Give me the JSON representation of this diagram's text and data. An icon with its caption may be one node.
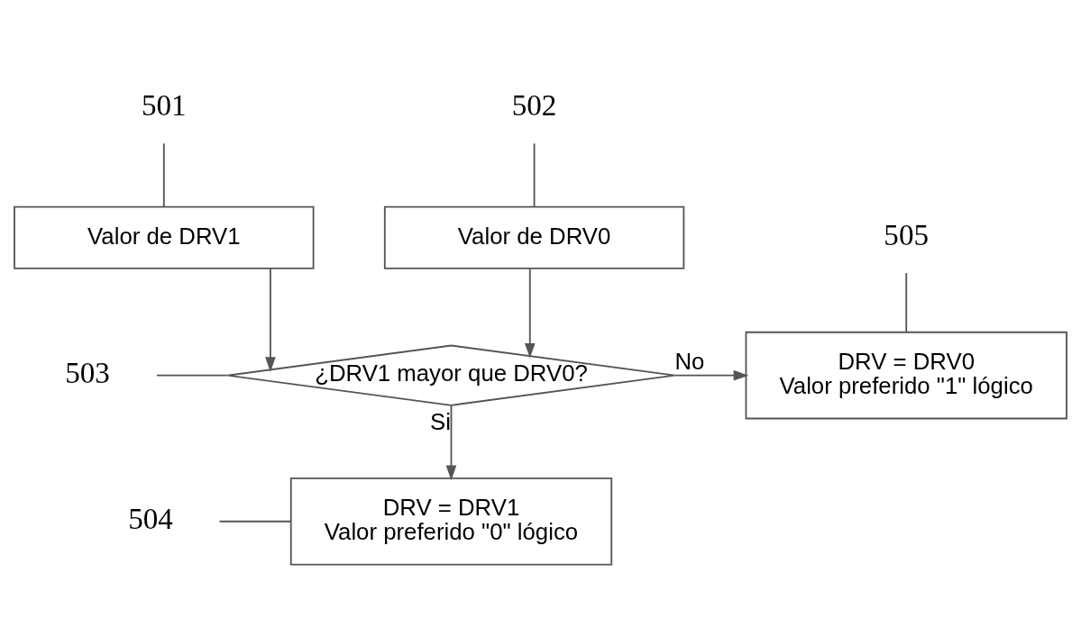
{
  "diagram": {
    "nodes": [
      {
        "text": [
          "501"
        ]
      },
      {
        "text": [
          "Valor de DRV1"
        ]
      },
      {
        "text": [
          "502"
        ]
      },
      {
        "text": [
          "Valor de DRV0"
        ]
      },
      {
        "text": [
          "503"
        ]
      },
      {
        "text": [
          "¿DRV1 mayor que DRV0?"
        ]
      },
      {
        "text": [
          "505"
        ]
      },
      {
        "text": [
          "DRV = DRV0",
          "Valor preferido \"1\" lógico"
        ]
      },
      {
        "text": [
          "504"
        ]
      },
      {
        "text": [
          "DRV = DRV1",
          "Valor preferido \"0\" lógico"
        ]
      }
    ],
    "edges": [
      {
        "from": 1,
        "to": 5,
        "arrow": "to"
      },
      {
        "from": 3,
        "to": 5,
        "arrow": "to"
      },
      {
        "from": 5,
        "to": 7,
        "arrow": "to",
        "label": "No"
      },
      {
        "from": 5,
        "to": 9,
        "arrow": "to",
        "label": "Si"
      },
      {
        "from": 0,
        "to": 1,
        "arrow": "none"
      },
      {
        "from": 2,
        "to": 3,
        "arrow": "none"
      },
      {
        "from": 4,
        "to": 5,
        "arrow": "none"
      },
      {
        "from": 6,
        "to": 7,
        "arrow": "none"
      },
      {
        "from": 8,
        "to": 9,
        "arrow": "none"
      }
    ]
  }
}
